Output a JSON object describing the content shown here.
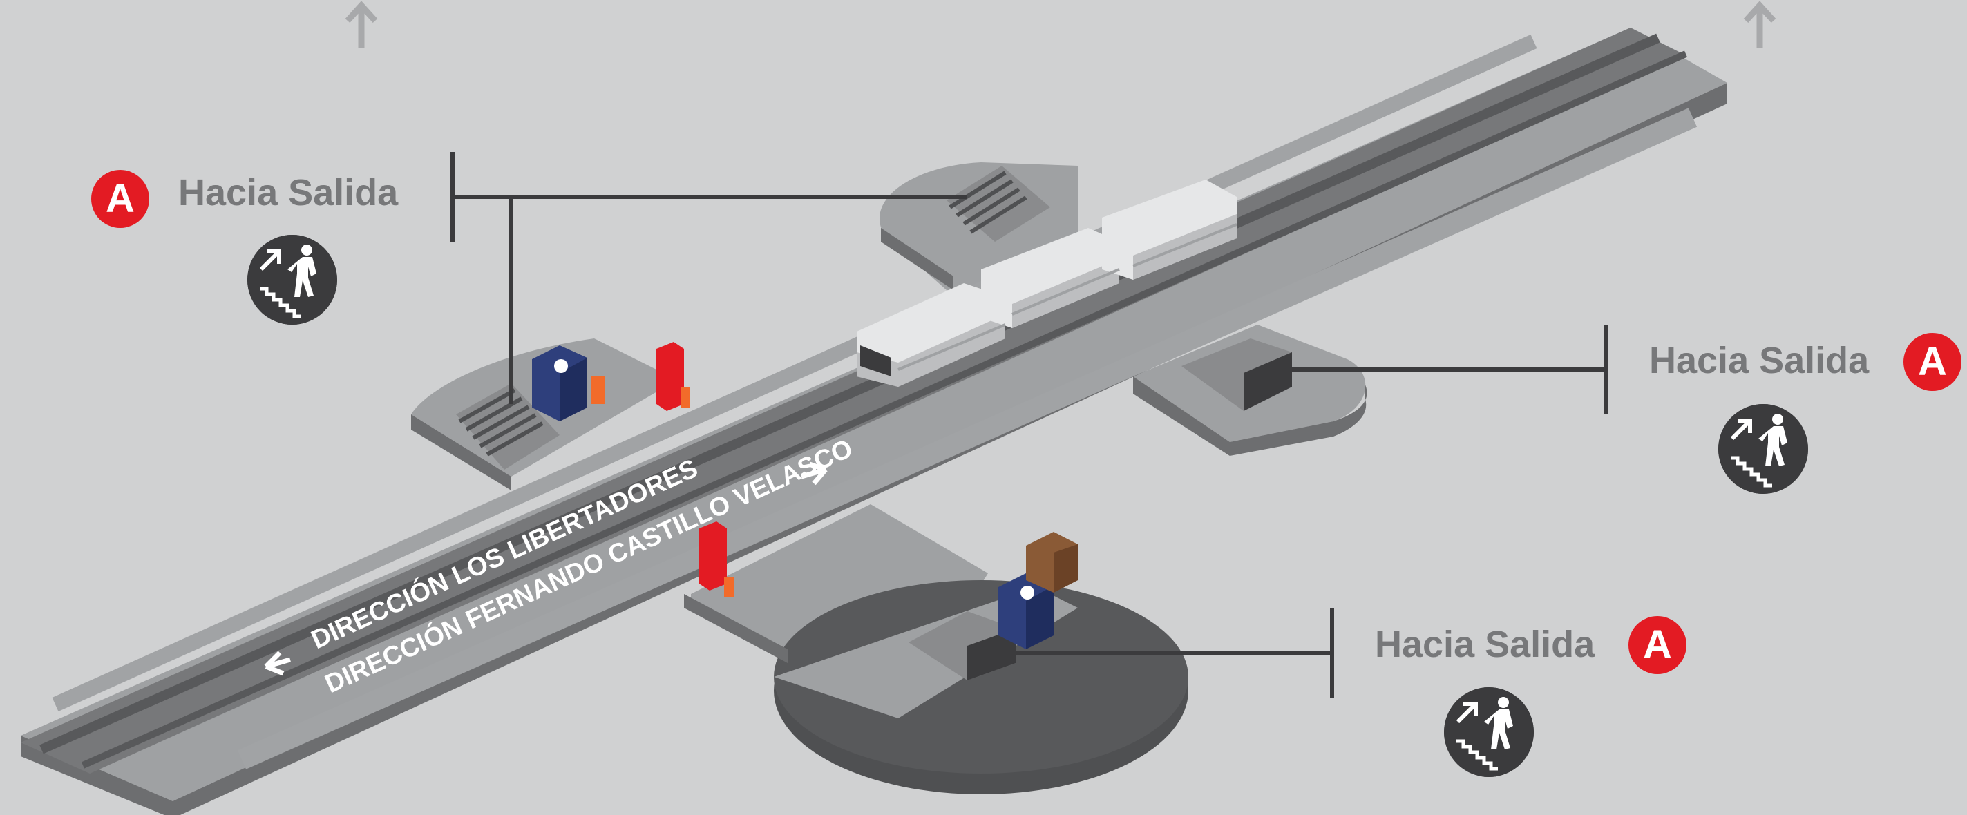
{
  "exits": [
    {
      "label": "Hacia Salida",
      "line_badge": "A",
      "icon": "stairs-up-person-icon"
    },
    {
      "label": "Hacia Salida",
      "line_badge": "A",
      "icon": "stairs-up-person-icon"
    },
    {
      "label": "Hacia Salida",
      "line_badge": "A",
      "icon": "stairs-up-person-icon"
    }
  ],
  "directions": {
    "upper_track": "DIRECCIÓN LOS LIBERTADORES",
    "lower_track": "DIRECCIÓN FERNANDO CASTILLO VELASCO"
  },
  "colors": {
    "background": "#d0d1d2",
    "platform_light": "#a1a3a5",
    "platform_dark": "#58595b",
    "track": "#77787a",
    "line_badge": "#e31b23",
    "elevator": "#2e3f7c",
    "fire_cabinet": "#e31b23",
    "label_text": "#77787a"
  },
  "icons": [
    "up-arrow-icon",
    "elevator-icon",
    "fire-extinguisher-icon",
    "train-icon",
    "stairs-icon"
  ]
}
